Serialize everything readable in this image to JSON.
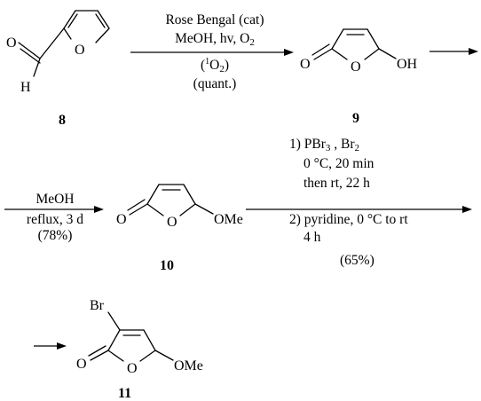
{
  "compounds": {
    "c8": {
      "label": "8",
      "atoms": {
        "o_carbonyl": "O",
        "h": "H",
        "o_ring": "O"
      }
    },
    "c9": {
      "label": "9",
      "atoms": {
        "o_carbonyl": "O",
        "o_ring": "O",
        "oh": "OH"
      }
    },
    "c10": {
      "label": "10",
      "atoms": {
        "o_carbonyl": "O",
        "o_ring": "O",
        "ome": "OMe"
      }
    },
    "c11": {
      "label": "11",
      "atoms": {
        "br": "Br",
        "o_carbonyl": "O",
        "o_ring": "O",
        "ome": "OMe"
      }
    }
  },
  "step1": {
    "line1": "Rose Bengal (cat)",
    "line2_text": "MeOH, hv, O",
    "line2_sub": "2",
    "line3_open": "(",
    "line3_sup": "1",
    "line3_o": "O",
    "line3_sub": "2",
    "line3_close": ")",
    "line4": "(quant.)"
  },
  "step2": {
    "line1": "MeOH",
    "line2": "reflux, 3 d",
    "line3": "(78%)"
  },
  "step3": {
    "line1_a": "1) PBr",
    "line1_sub1": "3",
    "line1_b": " , Br",
    "line1_sub2": "2",
    "line2": "0 °C, 20 min",
    "line3": "then rt, 22 h",
    "line4": "2) pyridine, 0 °C to rt",
    "line5": "4 h",
    "line6": "(65%)"
  }
}
